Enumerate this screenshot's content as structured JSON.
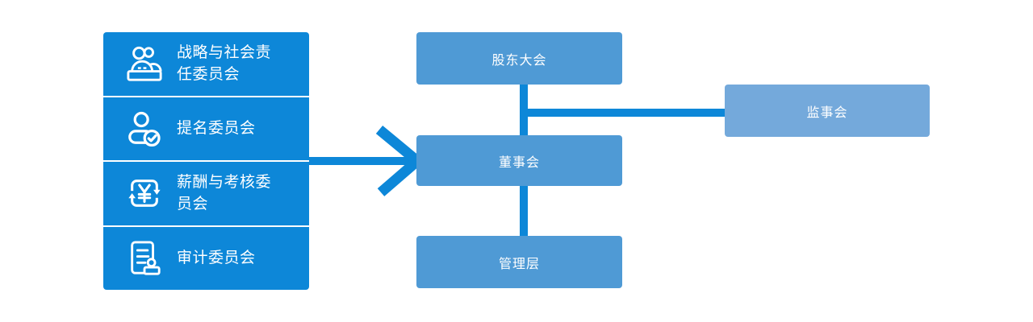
{
  "colors": {
    "primary_blue": "#0d87d8",
    "node_blue": "#4f9ad5",
    "node_light_blue": "#74a9db",
    "text_on_blue": "#ffffff",
    "background": "#ffffff"
  },
  "committee_panel": {
    "items": [
      {
        "id": "strategy",
        "label": "战略与社会责\n任委员会",
        "icon": "meeting-icon"
      },
      {
        "id": "nomination",
        "label": "提名委员会",
        "icon": "person-check-icon"
      },
      {
        "id": "remuneration",
        "label": "薪酬与考核委\n员会",
        "icon": "yuan-cycle-icon"
      },
      {
        "id": "audit",
        "label": "审计委员会",
        "icon": "document-person-icon"
      }
    ]
  },
  "nodes": {
    "shareholders": {
      "label": "股东大会"
    },
    "supervisory": {
      "label": "监事会"
    },
    "board": {
      "label": "董事会"
    },
    "management": {
      "label": "管理层"
    }
  }
}
